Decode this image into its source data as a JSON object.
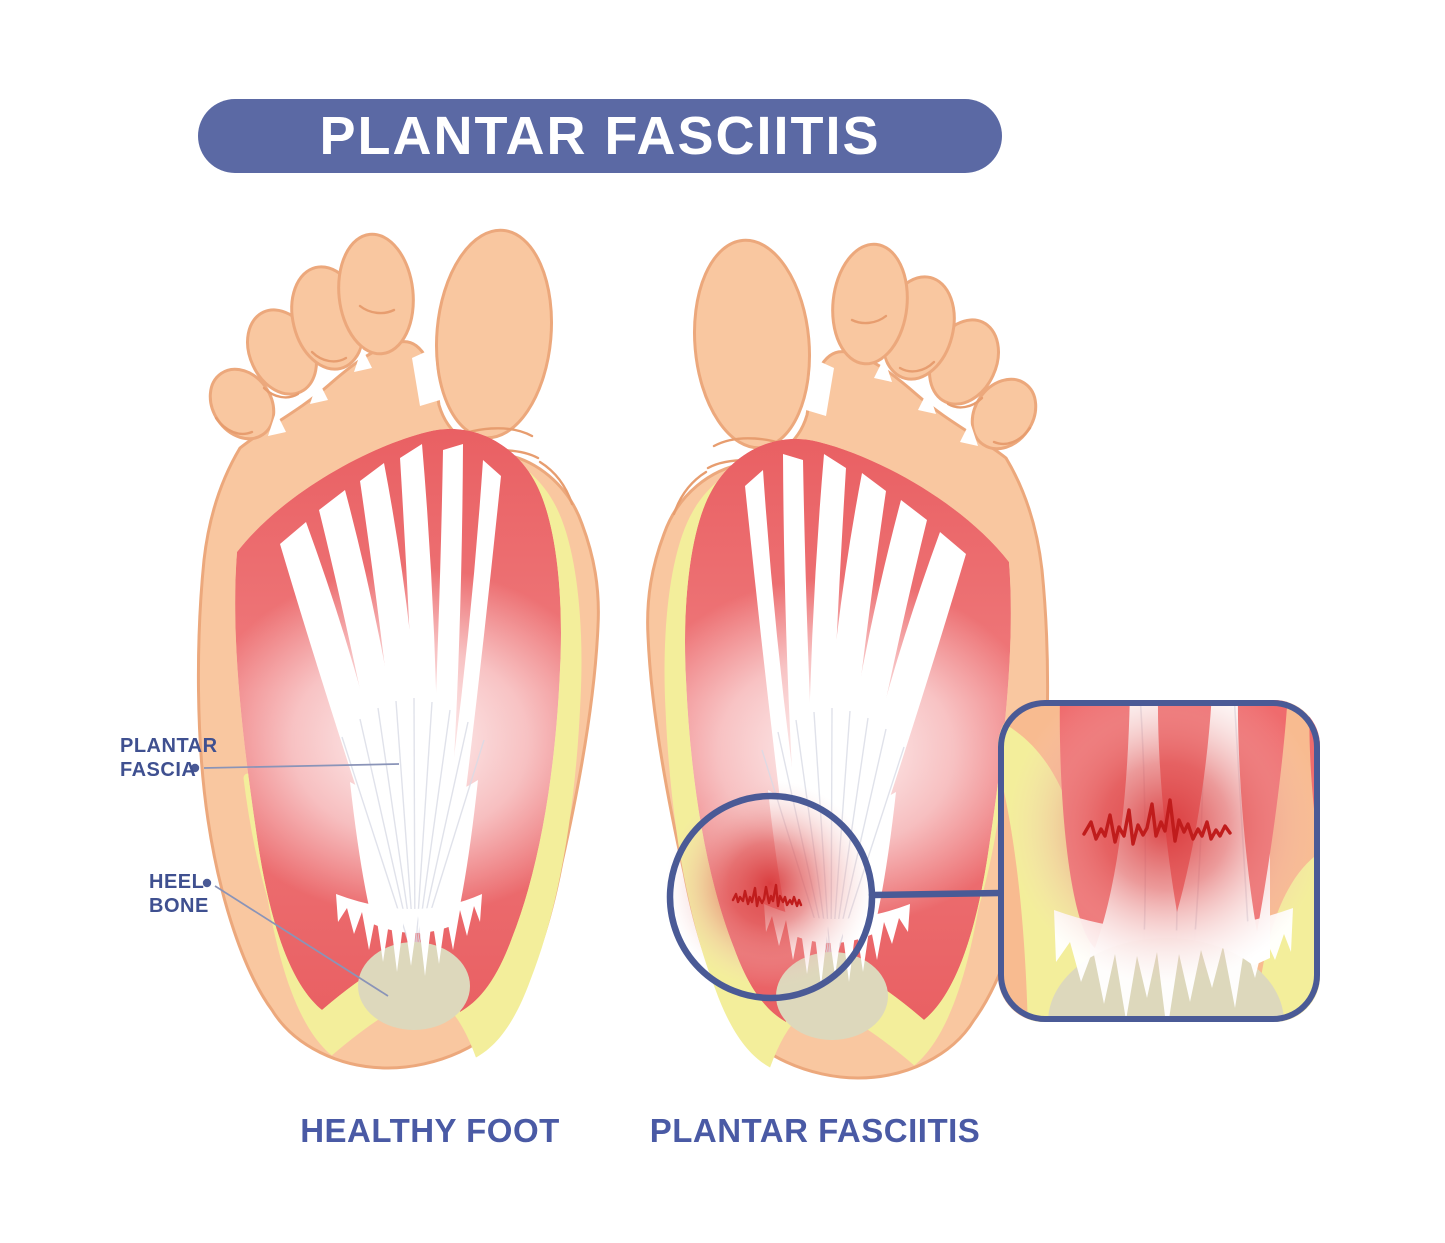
{
  "title": {
    "text": "PLANTAR FASCIITIS"
  },
  "annotations": {
    "plantar_fascia": "PLANTAR\nFASCIA",
    "heel_bone": "HEEL\nBONE"
  },
  "captions": {
    "left_foot": "HEALTHY FOOT",
    "right_foot": "PLANTAR FASCIITIS"
  },
  "colors": {
    "background": "#ffffff",
    "title_bg": "#5b69a4",
    "title_text": "#ffffff",
    "skin": "#f9c7a0",
    "skin_outline": "#eca87c",
    "muscle_red": "#ec696c",
    "fascia_white": "#ffffff",
    "fat_pad_yellow": "#f3ee9b",
    "heel_bone_beige": "#ddd8bc",
    "annotation_text": "#3f5090",
    "caption_text": "#4a5aa5",
    "leader_line": "#8a94b8",
    "callout_outline": "#4a5a96",
    "inflammation_red": "#d93a3c",
    "tear_red": "#c01c1c"
  }
}
